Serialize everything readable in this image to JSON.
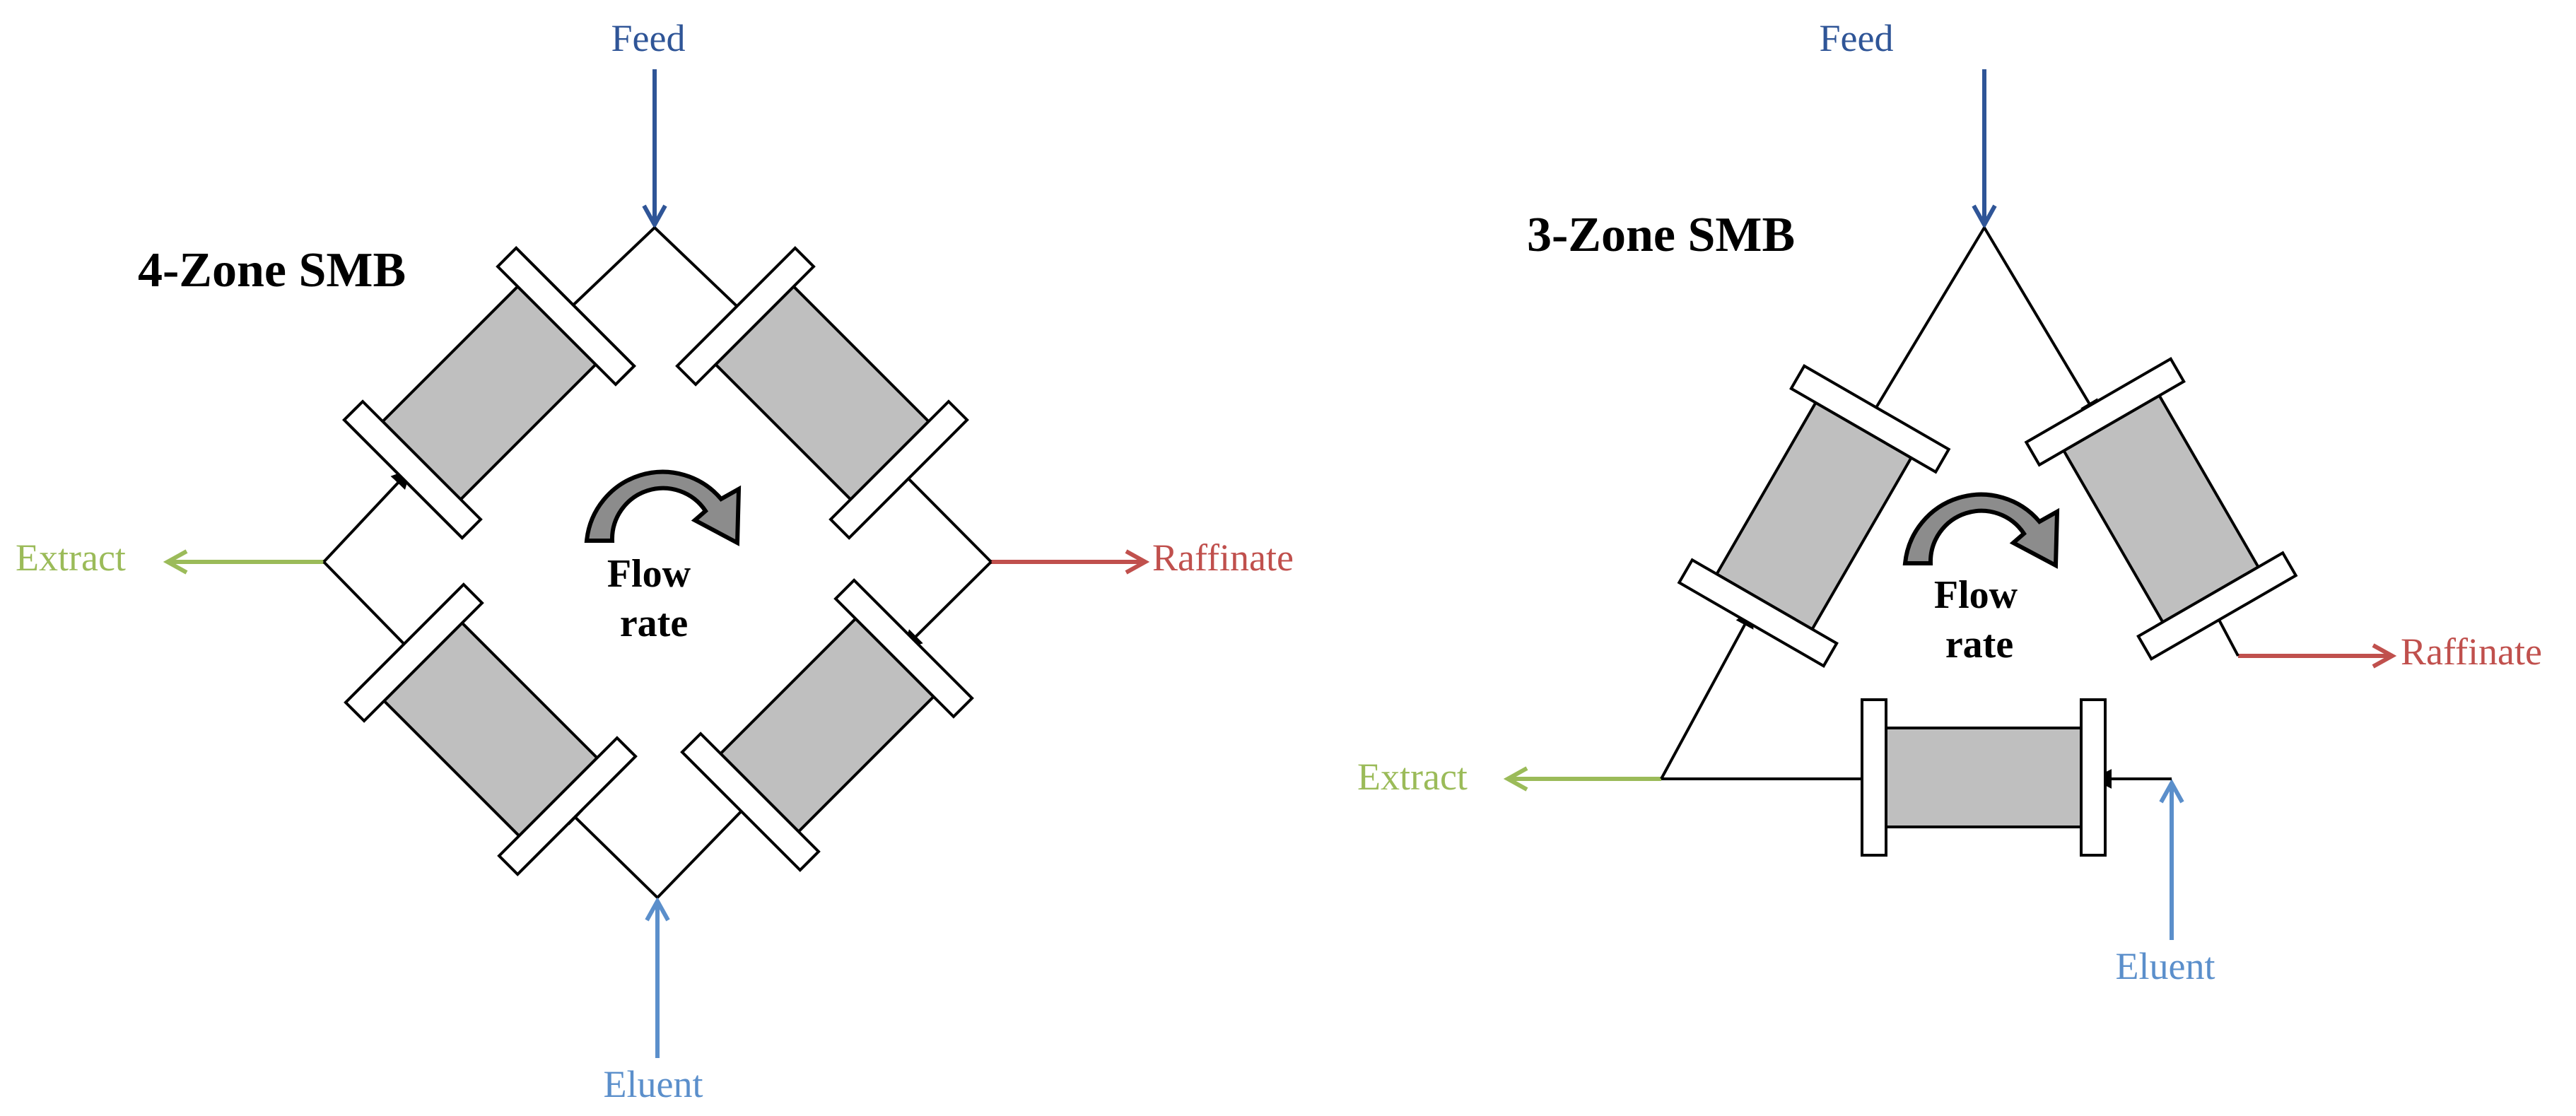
{
  "colors": {
    "feed": "#2f5597",
    "eluent": "#5b8fcb",
    "extract": "#9bbb59",
    "raffinate": "#c0504d",
    "lines": "#000000",
    "column_fill": "#bfbfbf"
  },
  "four_zone": {
    "title": "4-Zone SMB",
    "feed_label": "Feed",
    "eluent_label": "Eluent",
    "extract_label": "Extract",
    "raffinate_label": "Raffinate",
    "flow_line1": "Flow",
    "flow_line2": "rate"
  },
  "three_zone": {
    "title": "3-Zone SMB",
    "feed_label": "Feed",
    "eluent_label": "Eluent",
    "extract_label": "Extract",
    "raffinate_label": "Raffinate",
    "flow_line1": "Flow",
    "flow_line2": "rate"
  }
}
